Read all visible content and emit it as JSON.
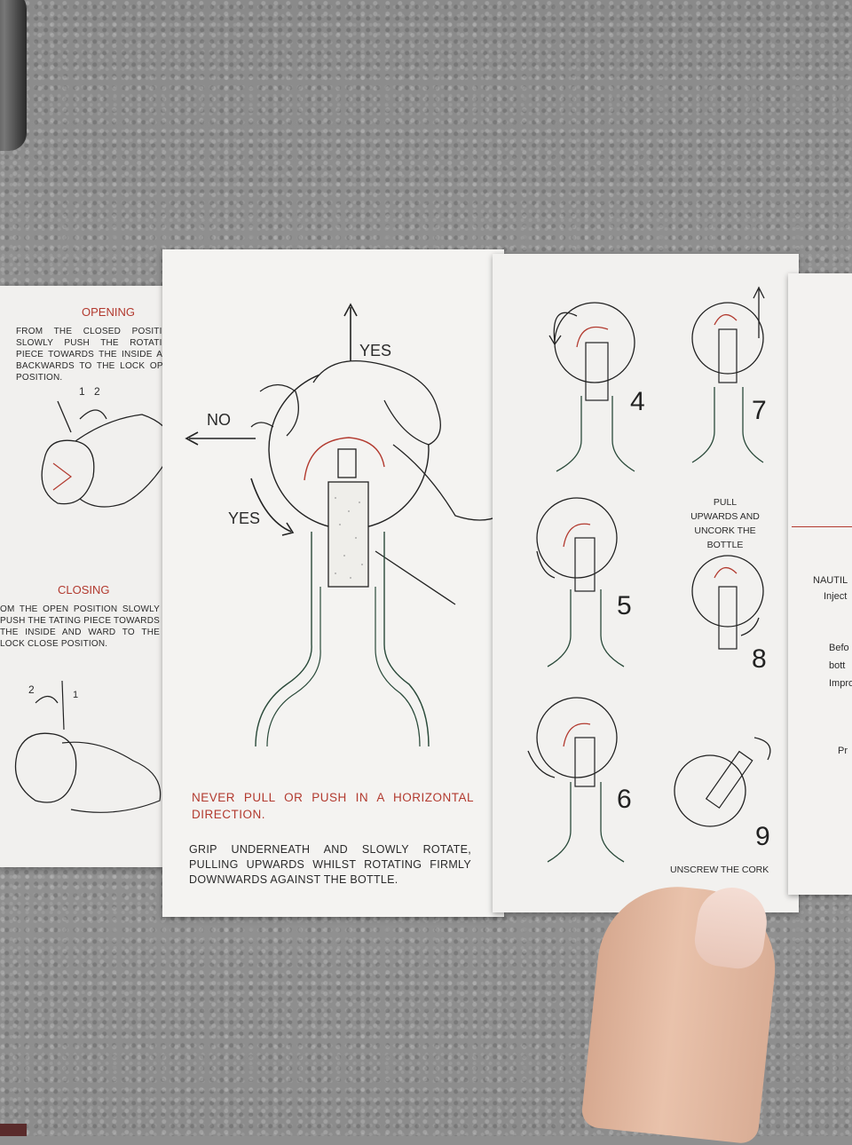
{
  "left_panel": {
    "opening_title": "OPENING",
    "opening_text": "FROM THE CLOSED POSITION SLOWLY PUSH THE ROTATING PIECE TOWARDS THE INSIDE AND BACKWARDS TO THE LOCK OPEN POSITION.",
    "opening_step1": "1",
    "opening_step2": "2",
    "closing_title": "CLOSING",
    "closing_text": "OM THE OPEN POSITION SLOWLY PUSH THE TATING PIECE TOWARDS THE INSIDE AND WARD TO THE LOCK CLOSE POSITION.",
    "closing_step2": "2",
    "closing_step1": "1"
  },
  "center_panel": {
    "yes_up": "YES",
    "no_left": "NO",
    "yes_rotate": "YES",
    "warning": "NEVER PULL OR PUSH IN A HORIZONTAL DIRECTION.",
    "instruction": "GRIP UNDERNEATH AND SLOWLY ROTATE, PULLING UPWARDS WHILST ROTATING FIRMLY DOWNWARDS AGAINST THE BOTTLE."
  },
  "right_panel": {
    "steps": [
      {
        "num": "4"
      },
      {
        "num": "5"
      },
      {
        "num": "6"
      },
      {
        "num": "7"
      },
      {
        "num": "8"
      },
      {
        "num": "9"
      }
    ],
    "step7_caption": "PULL UPWARDS AND UNCORK THE BOTTLE",
    "step9_caption": "UNSCREW THE CORK"
  },
  "edge_panel": {
    "line1": "NAUTIL",
    "line2": "Inject",
    "line3": "Befo",
    "line4": "bott",
    "line5": "Impro",
    "line6": "Pr"
  },
  "colors": {
    "accent_red": "#b23a2f",
    "paper": "#f4f3f1",
    "line": "#2a2a2a"
  }
}
